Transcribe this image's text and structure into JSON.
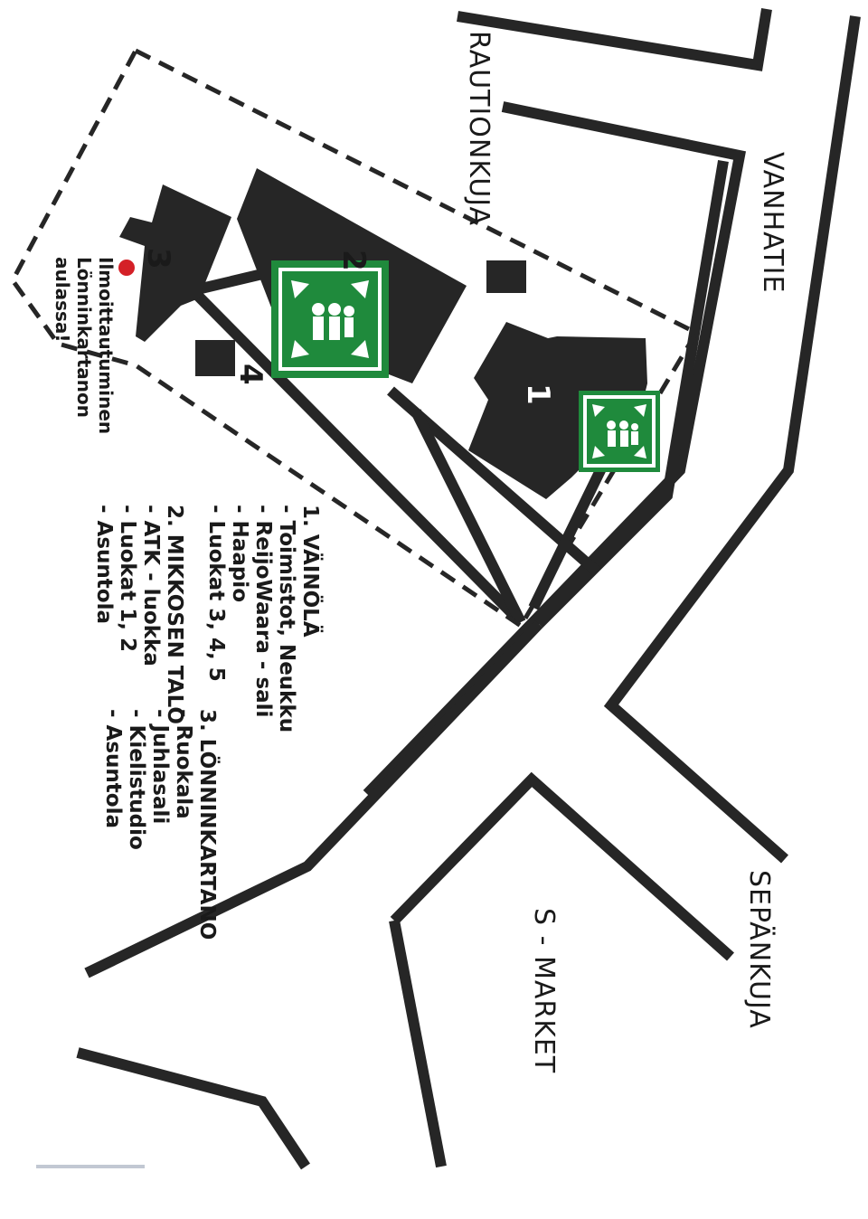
{
  "streets": {
    "rautionkuja": "RAUTIONKUJA",
    "vanhatie": "VANHATIE",
    "sepankuja": "SEPÄNKUJA",
    "s_market": "S - MARKET"
  },
  "buildings": {
    "b1": "1",
    "b2": "2",
    "b3": "3",
    "b4": "4"
  },
  "registration_note": [
    "Ilmoittautuminen",
    "Lönninkartanon",
    "aulassa!"
  ],
  "legend": {
    "vainola": {
      "title": "1. VÄINÖLÄ",
      "items": [
        "- Toimistot, Neukku",
        "- ReijoWaara - sali",
        "- Haapio",
        "- Luokat 3, 4, 5"
      ]
    },
    "mikkosen_talo": {
      "title": "2. MIKKOSEN TALO",
      "items": [
        "- ATK - luokka",
        "- Luokat 1, 2",
        "- Asuntola"
      ]
    },
    "lonninkartano": {
      "title": "3. LÖNNINKARTANO",
      "items": [
        "- Ruokala",
        "- Juhlasali",
        "- Kielistudio",
        "- Asuntola"
      ]
    }
  },
  "colors": {
    "ink": "#262626",
    "assembly_sign": "#1f8a3c",
    "registration_dot": "#d42027"
  },
  "icons": {
    "assembly_point": "assembly-point-icon",
    "registration_marker": "registration-dot-icon"
  }
}
